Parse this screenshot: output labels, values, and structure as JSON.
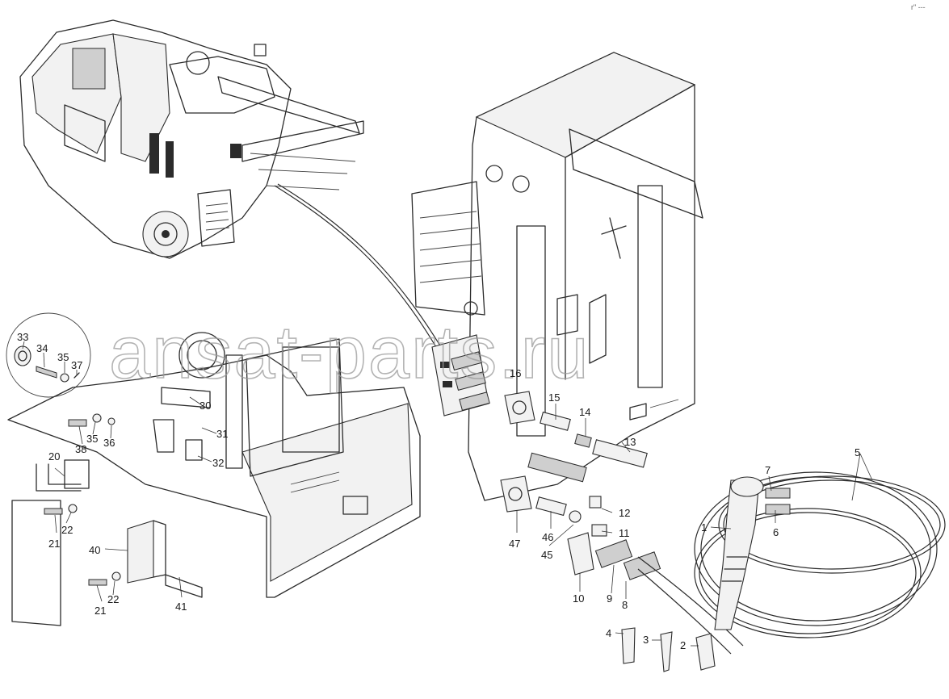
{
  "watermark": "ansat-parts.ru",
  "corner_mark": "r\" ---",
  "callouts": [
    {
      "id": "c1",
      "label": "1"
    },
    {
      "id": "c2",
      "label": "2"
    },
    {
      "id": "c3",
      "label": "3"
    },
    {
      "id": "c4",
      "label": "4"
    },
    {
      "id": "c5",
      "label": "5"
    },
    {
      "id": "c6",
      "label": "6"
    },
    {
      "id": "c7",
      "label": "7"
    },
    {
      "id": "c8",
      "label": "8"
    },
    {
      "id": "c9",
      "label": "9"
    },
    {
      "id": "c10",
      "label": "10"
    },
    {
      "id": "c11",
      "label": "11"
    },
    {
      "id": "c12",
      "label": "12"
    },
    {
      "id": "c13",
      "label": "13"
    },
    {
      "id": "c14",
      "label": "14"
    },
    {
      "id": "c15",
      "label": "15"
    },
    {
      "id": "c16",
      "label": "16"
    },
    {
      "id": "c20",
      "label": "20"
    },
    {
      "id": "c21a",
      "label": "21"
    },
    {
      "id": "c22a",
      "label": "22"
    },
    {
      "id": "c21b",
      "label": "21"
    },
    {
      "id": "c22b",
      "label": "22"
    },
    {
      "id": "c30",
      "label": "30"
    },
    {
      "id": "c31",
      "label": "31"
    },
    {
      "id": "c32",
      "label": "32"
    },
    {
      "id": "c33",
      "label": "33"
    },
    {
      "id": "c34",
      "label": "34"
    },
    {
      "id": "c35a",
      "label": "35"
    },
    {
      "id": "c37",
      "label": "37"
    },
    {
      "id": "c35b",
      "label": "35"
    },
    {
      "id": "c36",
      "label": "36"
    },
    {
      "id": "c38",
      "label": "38"
    },
    {
      "id": "c40",
      "label": "40"
    },
    {
      "id": "c41",
      "label": "41"
    },
    {
      "id": "c45",
      "label": "45"
    },
    {
      "id": "c46",
      "label": "46"
    },
    {
      "id": "c47",
      "label": "47"
    }
  ]
}
